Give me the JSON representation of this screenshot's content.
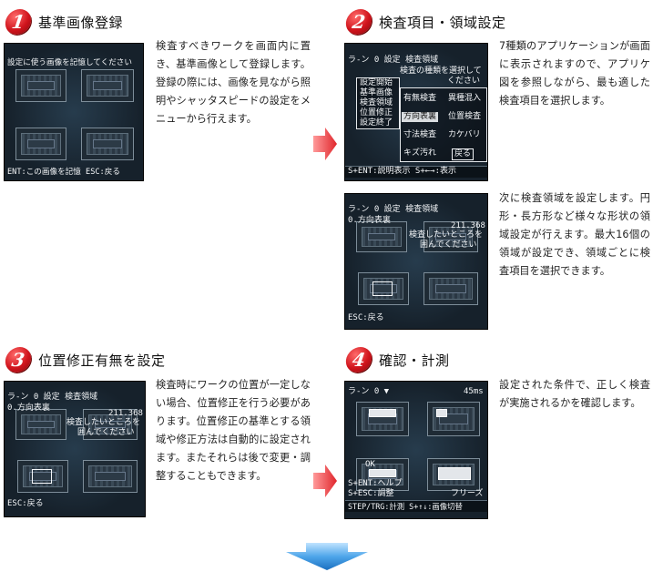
{
  "steps": [
    {
      "number": "1",
      "title": "基準画像登録",
      "description": "検査すべきワークを画面内に置き、基準画像として登録します。登録の際には、画像を見ながら照明やシャッタスピードの設定をメニューから行えます。",
      "screen": {
        "top_text": "設定に使う画像を記憶してください",
        "bottom_text": "ENT:この画像を記憶 ESC:戻る"
      }
    },
    {
      "number": "2",
      "title": "検査項目・領域設定",
      "description": "7種類のアプリケーションが画面に表示されますので、アプリケ図を参照しながら、最も適した検査項目を選択します。",
      "screen": {
        "header": "ラ-ン 0 設定 検査領域",
        "prompt_line1": "検査の種類を選択して",
        "prompt_line2": "ください",
        "left_menu": [
          "設定開始",
          "基準画像",
          "検査領域",
          "位置修正",
          "設定終了"
        ],
        "options": [
          "有無検査",
          "異種混入",
          "方向表裏",
          "位置検査",
          "寸法検査",
          "カケバリ",
          "キズ汚れ",
          "戻る"
        ],
        "selected_option": "方向表裏",
        "footer": "S+ENT:説明表示 S+←→:表示"
      },
      "description2": "次に検査領域を設定します。円形・長方形など様々な形状の領域設定が行えます。最大16個の領域が設定でき、領域ごとに検査項目を選択できます。",
      "screen2": {
        "header": "ラ-ン 0 設定 検査領域",
        "sub": "0.方向表裏",
        "value": "211.368",
        "prompt_line1": "検査したいところを",
        "prompt_line2": "囲んでください",
        "footer": "ESC:戻る"
      }
    },
    {
      "number": "3",
      "title": "位置修正有無を設定",
      "description": "検査時にワークの位置が一定しない場合、位置修正を行う必要があります。位置修正の基準とする領域や修正方法は自動的に設定されます。またそれらは後で変更・調整することもできます。",
      "screen": {
        "header": "ラ-ン 0 設定 検査領域",
        "sub": "0.方向表裏",
        "value": "211.368",
        "prompt_line1": "検査したいところを",
        "prompt_line2": "囲んでください",
        "footer": "ESC:戻る"
      }
    },
    {
      "number": "4",
      "title": "確認・計測",
      "description": "設定された条件で、正しく検査が実施されるかを確認します。",
      "screen": {
        "header": "ラ-ン 0 ▼",
        "ok_label": "OK",
        "time": "45ms",
        "footer1": "S+ENT:ヘルプ",
        "footer2": "S+ESC:調整",
        "footer3": "STEP/TRG:計測 S+↑↓:画像切替",
        "freeze": "フリーズ"
      }
    }
  ],
  "colors": {
    "badge": "#d0141c",
    "arrow_red": "#e0262c",
    "arrow_blue": "#2b8ad8",
    "screen_bg": "#16212b"
  }
}
